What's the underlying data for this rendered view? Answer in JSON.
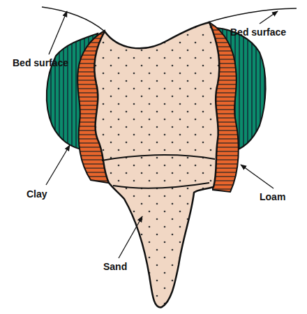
{
  "diagram": {
    "labels": [
      "Bed surface",
      "Bed surface",
      "Clay",
      "Loam",
      "Sand"
    ]
  }
}
